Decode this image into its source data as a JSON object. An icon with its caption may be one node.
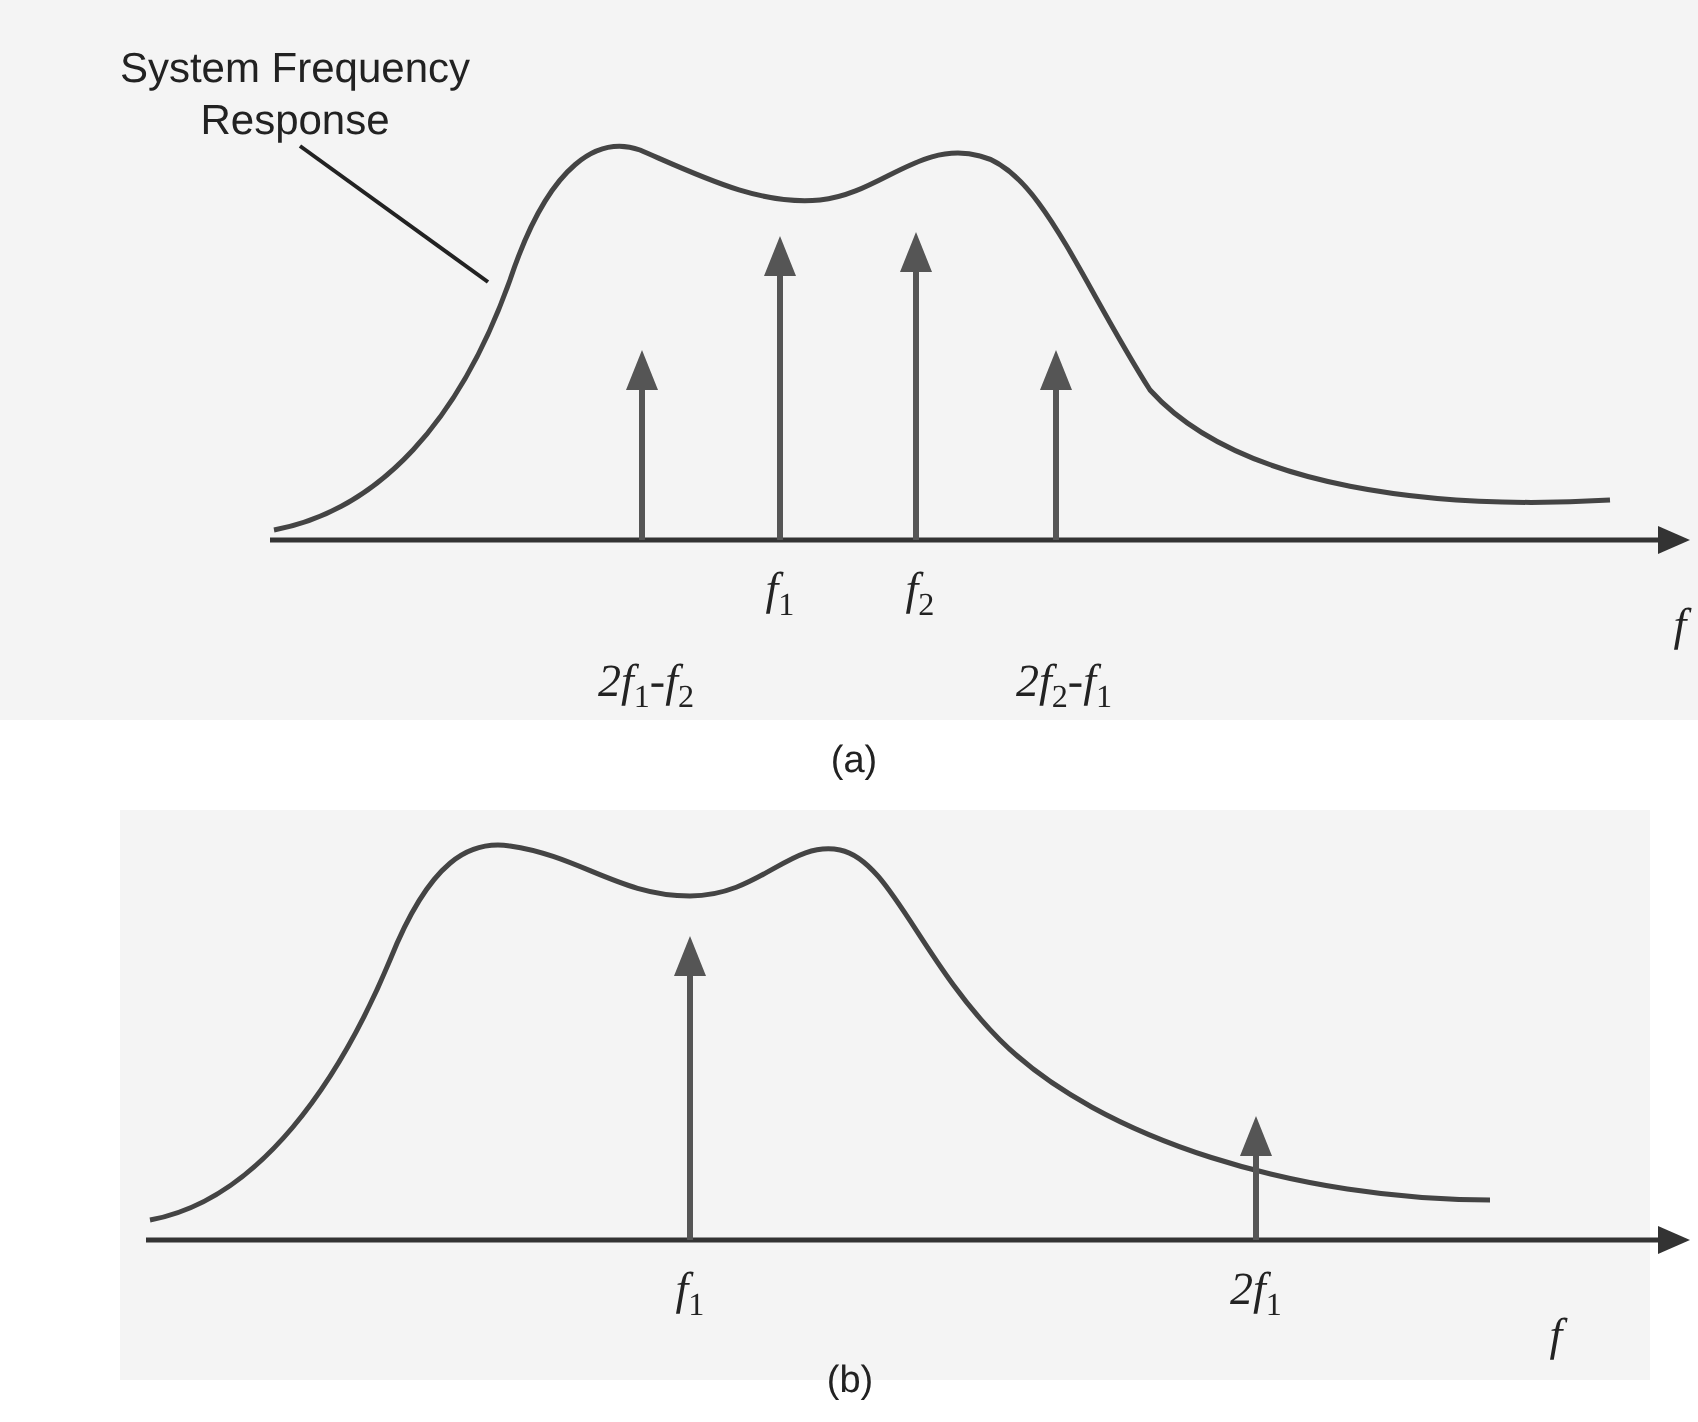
{
  "diagram": {
    "nodes": [
      {
        "text": [
          "System Frequency Response"
        ]
      },
      {
        "text": [],
        "shape": "curve"
      }
    ],
    "edges": [
      {
        "from": 0,
        "to": 1,
        "arrow": "none"
      }
    ],
    "labels": [
      "f$_{1}$",
      "f$_{2}$",
      "f",
      "2f$_{1}$-f$_{2}$",
      "2f$_{2}$-f$_{1}$",
      "(a)",
      "f$_{1}$",
      "2f$_{1}$",
      "f",
      "(b)"
    ]
  }
}
